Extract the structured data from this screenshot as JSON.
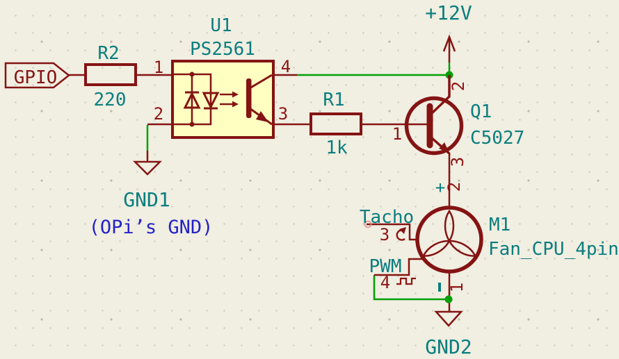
{
  "schematic": {
    "net_labels": {
      "gpio": "GPIO",
      "tacho": "Tacho",
      "pwm": "PWM"
    },
    "power": {
      "v12": "+12V",
      "gnd1": "GND1",
      "gnd1_note": "(OPi’s GND)",
      "gnd2": "GND2"
    },
    "components": {
      "r2": {
        "ref": "R2",
        "value": "220"
      },
      "u1": {
        "ref": "U1",
        "value": "PS2561",
        "pins": [
          "1",
          "2",
          "3",
          "4"
        ]
      },
      "r1": {
        "ref": "R1",
        "value": "1k"
      },
      "q1": {
        "ref": "Q1",
        "value": "C5027",
        "pins": [
          "1",
          "2",
          "3"
        ]
      },
      "m1": {
        "ref": "M1",
        "value": "Fan_CPU_4pin",
        "pins": [
          "1",
          "2",
          "3",
          "4"
        ],
        "plus": "+",
        "minus": "−"
      }
    },
    "colors": {
      "background": "#F1EEE2",
      "grid_dot": "#CBC8BA",
      "symbol_outline": "#841413",
      "symbol_fill": "#FFFFC2",
      "field_text": "#0A7E7E",
      "wire_green": "#00A005",
      "junction_green": "#00A005",
      "note_blue": "#2323C8",
      "pin_number_red": "#8D1512",
      "unconnected_pink": "#E08C8C"
    }
  }
}
